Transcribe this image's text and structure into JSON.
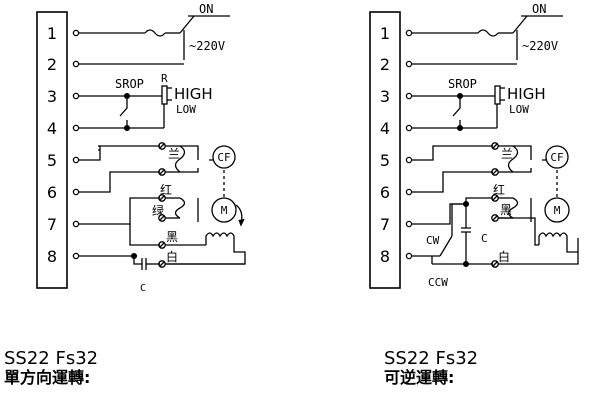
{
  "terminals": [
    "1",
    "2",
    "3",
    "4",
    "5",
    "6",
    "7",
    "8"
  ],
  "labels": {
    "on": "ON",
    "voltage": "~220V",
    "srop": "SROP",
    "r": "R",
    "high": "HIGH",
    "low": "LOW",
    "cf": "CF",
    "m": "M",
    "blue": "兰",
    "red": "红",
    "green": "绿",
    "black": "黑",
    "white": "白",
    "c": "C",
    "cw": "CW",
    "ccw": "CCW"
  },
  "captions": {
    "left_title": "SS22 Fs32",
    "left_subtitle": "單方向運轉:",
    "right_title": "SS22 Fs32",
    "right_subtitle": "可逆運轉:"
  }
}
